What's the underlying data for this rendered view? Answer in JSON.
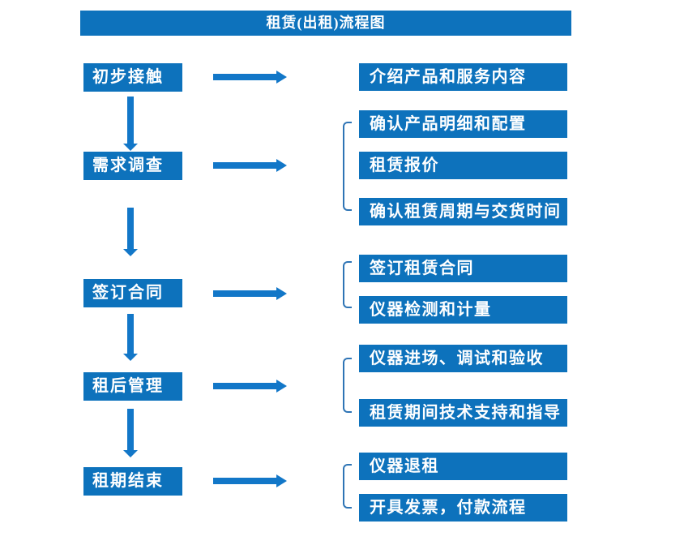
{
  "title": "租赁(出租)流程图",
  "colors": {
    "box_blue": "#0d72bc",
    "arrow_blue": "#1277c8",
    "bracket_blue": "#2e74b5",
    "text_white": "#ffffff",
    "background": "#ffffff"
  },
  "steps": [
    {
      "label": "初步接触",
      "details": [
        "介绍产品和服务内容"
      ]
    },
    {
      "label": "需求调查",
      "details": [
        "确认产品明细和配置",
        "租赁报价",
        "确认租赁周期与交货时间"
      ]
    },
    {
      "label": "签订合同",
      "details": [
        "签订租赁合同",
        "仪器检测和计量"
      ]
    },
    {
      "label": "租后管理",
      "details": [
        "仪器进场、调试和验收",
        "租赁期间技术支持和指导"
      ]
    },
    {
      "label": "租期结束",
      "details": [
        "仪器退租",
        "开具发票，付款流程"
      ]
    }
  ]
}
